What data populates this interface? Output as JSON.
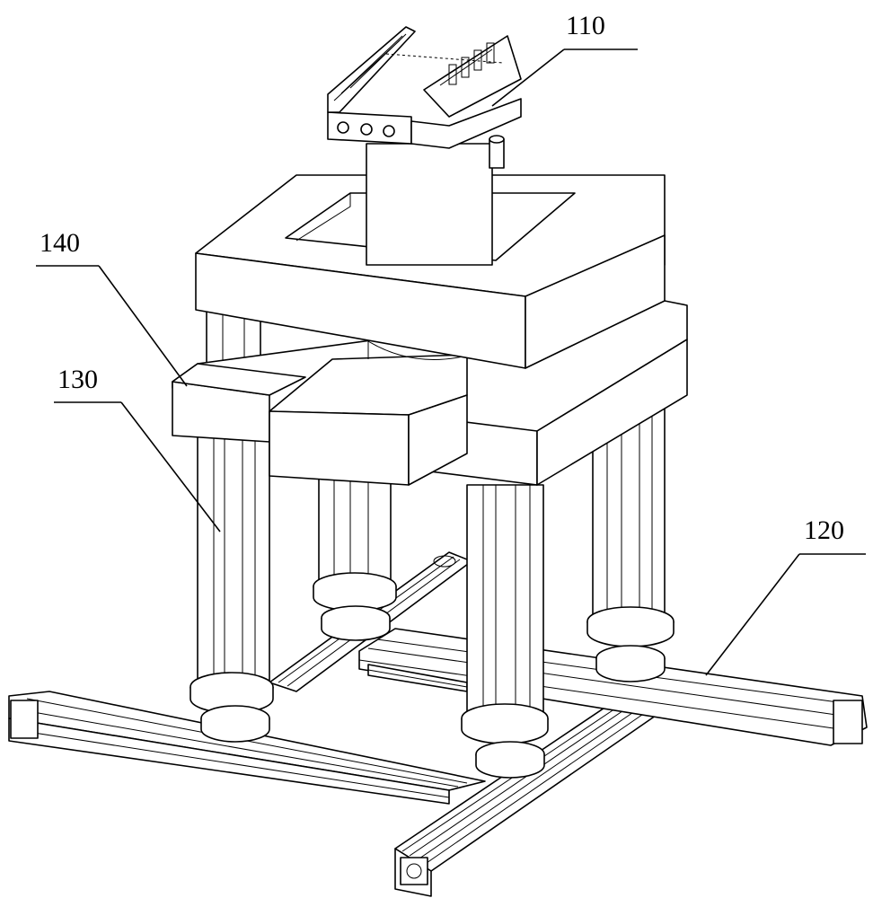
{
  "labels": {
    "gripper": "110",
    "base_frame": "120",
    "column": "130",
    "platform": "140"
  }
}
